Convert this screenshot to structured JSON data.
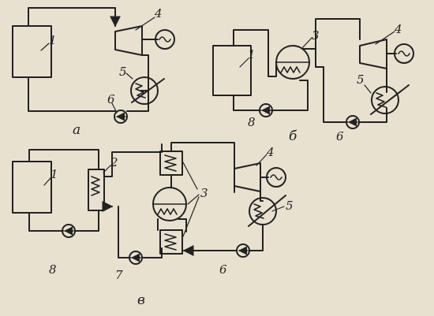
{
  "labels": {
    "n1": "1",
    "n2": "2",
    "n3": "3",
    "n4": "4",
    "n5": "5",
    "n6": "6",
    "n7": "7",
    "n8": "8"
  },
  "captions": {
    "a": "а",
    "b": "б",
    "v": "в"
  },
  "colors": {
    "paper": "#e9e1d0",
    "ink": "#222222"
  }
}
